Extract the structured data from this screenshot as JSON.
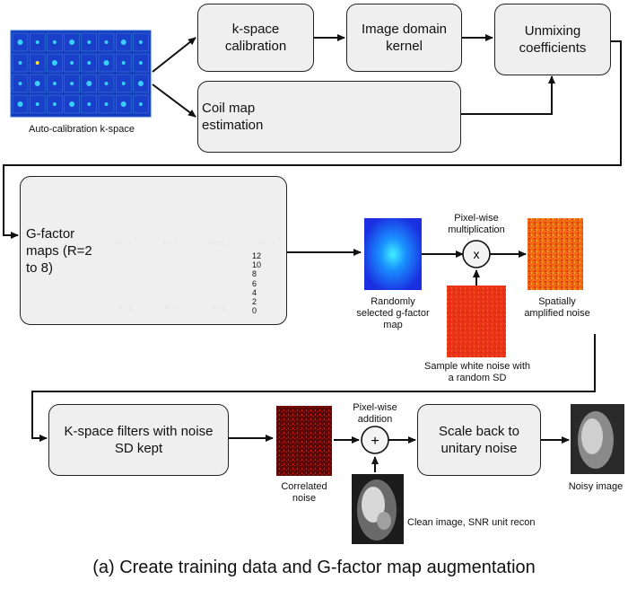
{
  "stage1": {
    "input_label": "Auto-calibration k-space",
    "kspace_calibration": "k-space calibration",
    "image_domain_kernel": "Image domain kernel",
    "unmixing_coefficients": "Unmixing coefficients",
    "coil_map_estimation": "Coil map estimation"
  },
  "stage2": {
    "gfactor_maps": "G-factor maps (R=2 to 8)",
    "r_labels": [
      "R=2",
      "R=3",
      "R=4",
      "R=5",
      "R=6",
      "R=7",
      "R=8"
    ],
    "colorbar_ticks": [
      "12",
      "10",
      "8",
      "6",
      "4",
      "2",
      "0"
    ],
    "random_map_label": "Randomly selected g-factor map",
    "multiply_title": "Pixel-wise multiplication",
    "multiply_symbol": "x",
    "amplified_label": "Spatially amplified noise",
    "white_noise_label": "Sample white noise with a random SD"
  },
  "stage3": {
    "kspace_filters": "K-space filters with noise SD kept",
    "correlated_label": "Correlated noise",
    "addition_title": "Pixel-wise addition",
    "addition_symbol": "+",
    "scale_back": "Scale back to unitary noise",
    "noisy_label": "Noisy image",
    "clean_label": "Clean image, SNR unit recon"
  },
  "caption": "(a) Create training data and G-factor map augmentation",
  "colors": {
    "box_fill": "#efefef",
    "stroke": "#222222",
    "kspace_bg": "#1538b8",
    "gmap_low": "#1a3fff",
    "gmap_high": "#a80000",
    "noise_orange": "#f05a10",
    "noise_red": "#e8321a",
    "correlated_dark": "#5a0808"
  },
  "icons": [
    "kspace-grid-icon",
    "coil-map-grid-icon",
    "gfactor-map-icon",
    "noise-image-icon",
    "mr-image-icon"
  ]
}
